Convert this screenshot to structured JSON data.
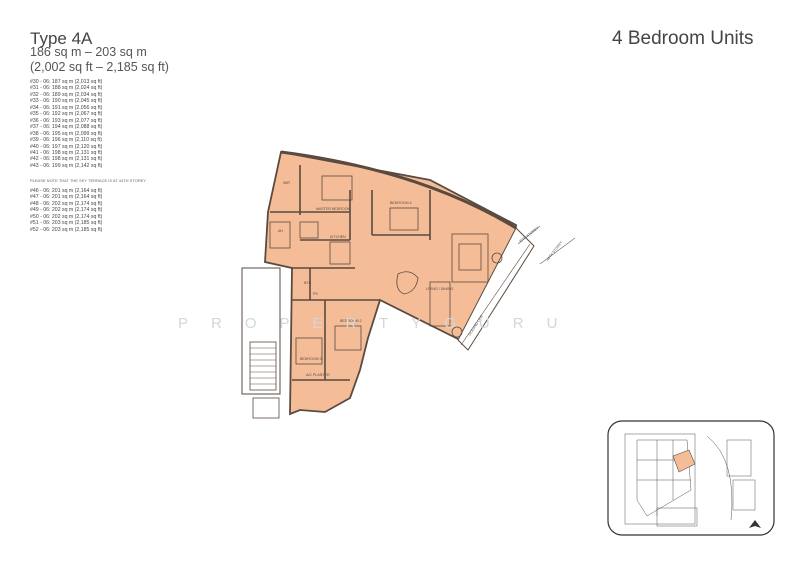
{
  "header": {
    "type_title": "Type 4A",
    "area_sqm": "186 sq m – 203 sq m",
    "area_sqft": "(2,002 sq ft – 2,185 sq ft)",
    "page_heading": "4 Bedroom Units"
  },
  "units_group_a": [
    "#30 - 06:  187 sq m (2,013 sq ft)",
    "#31 - 06:  188 sq m (2,024 sq ft)",
    "#32 - 06:  189 sq m (2,034 sq ft)",
    "#33 - 06:  190 sq m (2,045 sq ft)",
    "#34 - 06:  191 sq m (2,056 sq ft)",
    "#35 - 06:  192 sq m (2,067 sq ft)",
    "#36 - 06:  193 sq m (2,077 sq ft)",
    "#37 - 06:  194 sq m (2,088 sq ft)",
    "#38 - 06:  195 sq m (2,099 sq ft)",
    "#39 - 06:  196 sq m (2,110 sq ft)",
    "#40 - 06:  197 sq m (2,120 sq ft)",
    "#41 - 06:  198 sq m (2,131 sq ft)",
    "#42 - 06:  198 sq m (2,131 sq ft)",
    "#43 - 06:  199 sq m (2,142 sq ft)"
  ],
  "sky_terrace_note": "PLEASE NOTE THAT THE SKY TERRACE IS AT 44TH STOREY",
  "units_group_b": [
    "#46 - 06:  201 sq m (2,164 sq ft)",
    "#47 - 06:  201 sq m (2,164 sq ft)",
    "#48 - 06:  202 sq m (2,174 sq ft)",
    "#49 - 06:  202 sq m (2,174 sq ft)",
    "#50 - 06:  202 sq m (2,174 sq ft)",
    "#51 - 06:  203 sq m (2,185 sq ft)",
    "#52 - 06:  203 sq m (2,185 sq ft)"
  ],
  "watermark": "PROPERTYGURU",
  "plan_labels": {
    "master_bedroom": "MASTER BEDROOM",
    "bedroom_4": "BEDROOM 4",
    "bedroom_3": "BEDROOM 3",
    "bedroom_2": "BEDROOM 2",
    "kitchen": "KITCHEN",
    "living_dining": "LIVING / DINING",
    "ac_planter": "A/C PLANTER",
    "wir": "WIR",
    "ah": "AH",
    "bth": "BTH",
    "ps": "PS",
    "dim_30th": "30TH STOREY",
    "dim_46th": "46TH STOREY",
    "glazing_line": "GLAZING LINE"
  },
  "colors": {
    "unit_fill": "#f4bd98",
    "wall": "#5a4a40",
    "text": "#444444",
    "watermark": "#d6d6d6"
  }
}
